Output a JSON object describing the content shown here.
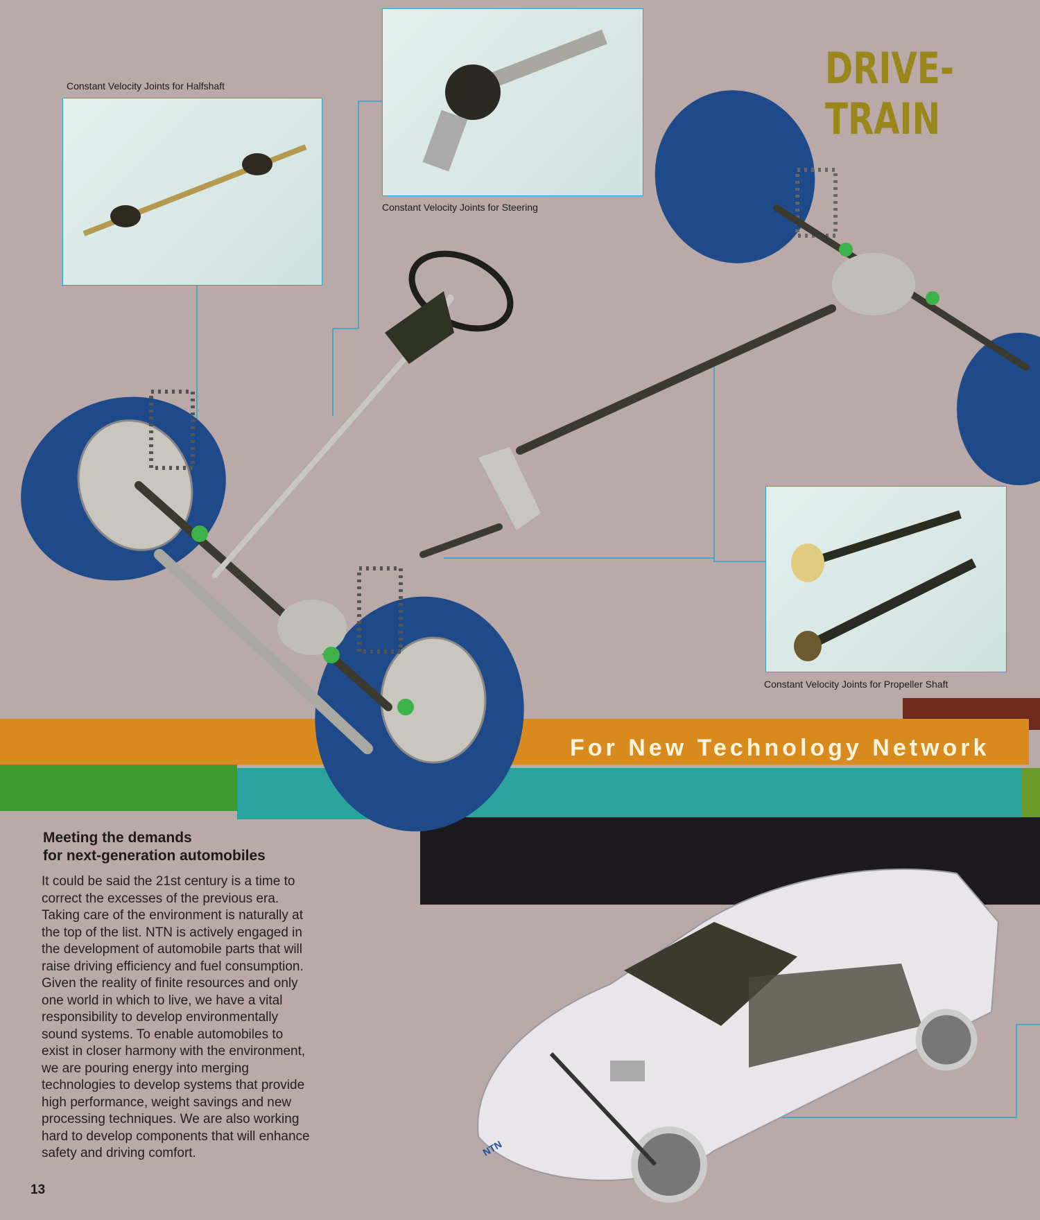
{
  "page_title": "DRIVE-TRAIN",
  "captions": {
    "halfshaft": "Constant Velocity Joints for Halfshaft",
    "steering": "Constant Velocity Joints for Steering",
    "propeller": "Constant Velocity Joints for Propeller Shaft"
  },
  "tagline": "For New Technology Network",
  "article": {
    "heading_lines": [
      "Meeting the demands",
      "for next-generation automobiles"
    ],
    "body_lines": [
      "It could be said the 21st century is a time to",
      "correct the excesses of the previous era.",
      "Taking care of the environment is naturally at",
      "the top of the list. NTN is actively engaged in",
      "the development of automobile parts that will",
      "raise driving efficiency and fuel consumption.",
      "Given the reality of finite resources and only",
      "one world in which to live, we have a vital",
      "responsibility to develop environmentally",
      "sound systems. To enable automobiles to",
      "exist in closer harmony with the environment,",
      "we are pouring energy into merging",
      "technologies to develop systems that provide",
      "high performance, weight savings and new",
      "processing techniques. We are also working",
      "hard to develop components that will enhance",
      "safety and driving comfort."
    ]
  },
  "page_number": "13",
  "car_badge": "NTN",
  "colors": {
    "background": "#b9aaa9",
    "title": "#9a861a",
    "orange": "#d98a1c",
    "green": "#3f9a2e",
    "teal": "#2aa39c",
    "brown": "#6e2a1a",
    "black": "#1d1a1f",
    "wheel": "#1f4a8a",
    "callout_line": "#2aa6c8"
  }
}
